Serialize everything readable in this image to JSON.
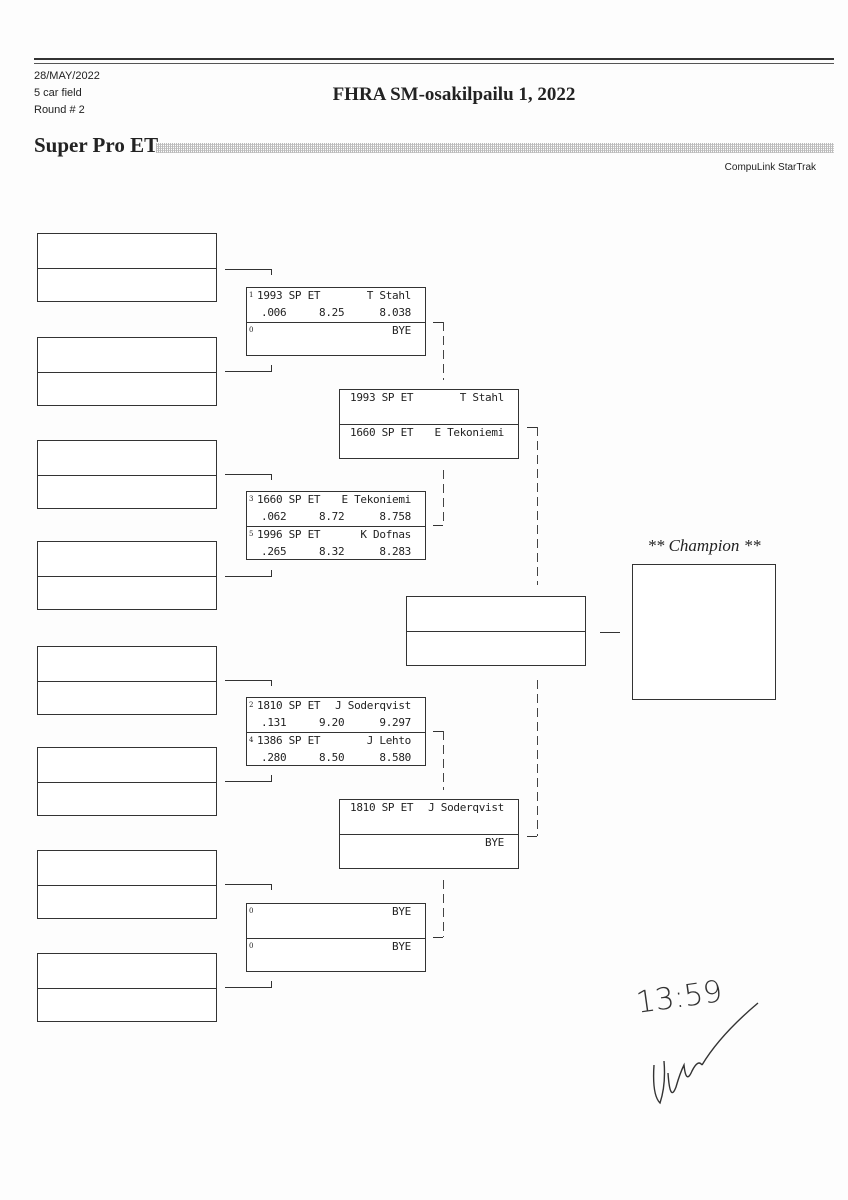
{
  "header": {
    "date": "28/MAY/2022",
    "field": "5 car field",
    "round": "Round # 2",
    "title": "FHRA SM-osakilpailu 1, 2022",
    "class": "Super Pro ET",
    "brand": "CompuLink StarTrak"
  },
  "round2": [
    {
      "top": {
        "car": "1993 SP ET",
        "driver": "T Stahl",
        "lane": "1",
        "rt": ".006",
        "dial": "8.25",
        "et": "8.038"
      },
      "bottom": {
        "car": "",
        "driver": "BYE",
        "lane": "0",
        "rt": "",
        "dial": "",
        "et": ""
      }
    },
    {
      "top": {
        "car": "1660 SP ET",
        "driver": "E Tekoniemi",
        "lane": "3",
        "rt": ".062",
        "dial": "8.72",
        "et": "8.758"
      },
      "bottom": {
        "car": "1996 SP ET",
        "driver": "K Dofnas",
        "lane": "5",
        "rt": ".265",
        "dial": "8.32",
        "et": "8.283"
      }
    },
    {
      "top": {
        "car": "1810 SP ET",
        "driver": "J Soderqvist",
        "lane": "2",
        "rt": ".131",
        "dial": "9.20",
        "et": "9.297"
      },
      "bottom": {
        "car": "1386 SP ET",
        "driver": "J Lehto",
        "lane": "4",
        "rt": ".280",
        "dial": "8.50",
        "et": "8.580"
      }
    },
    {
      "top": {
        "car": "",
        "driver": "BYE",
        "lane": "0",
        "rt": "",
        "dial": "",
        "et": ""
      },
      "bottom": {
        "car": "",
        "driver": "BYE",
        "lane": "0",
        "rt": "",
        "dial": "",
        "et": ""
      }
    }
  ],
  "round3": [
    {
      "top": {
        "car": "1993 SP ET",
        "driver": "T Stahl"
      },
      "bottom": {
        "car": "1660 SP ET",
        "driver": "E Tekoniemi"
      }
    },
    {
      "top": {
        "car": "1810 SP ET",
        "driver": "J Soderqvist"
      },
      "bottom": {
        "car": "",
        "driver": "BYE"
      }
    }
  ],
  "champion": {
    "label": "** Champion **"
  },
  "handwriting": {
    "time": "13:59",
    "signature": "initials signature"
  }
}
